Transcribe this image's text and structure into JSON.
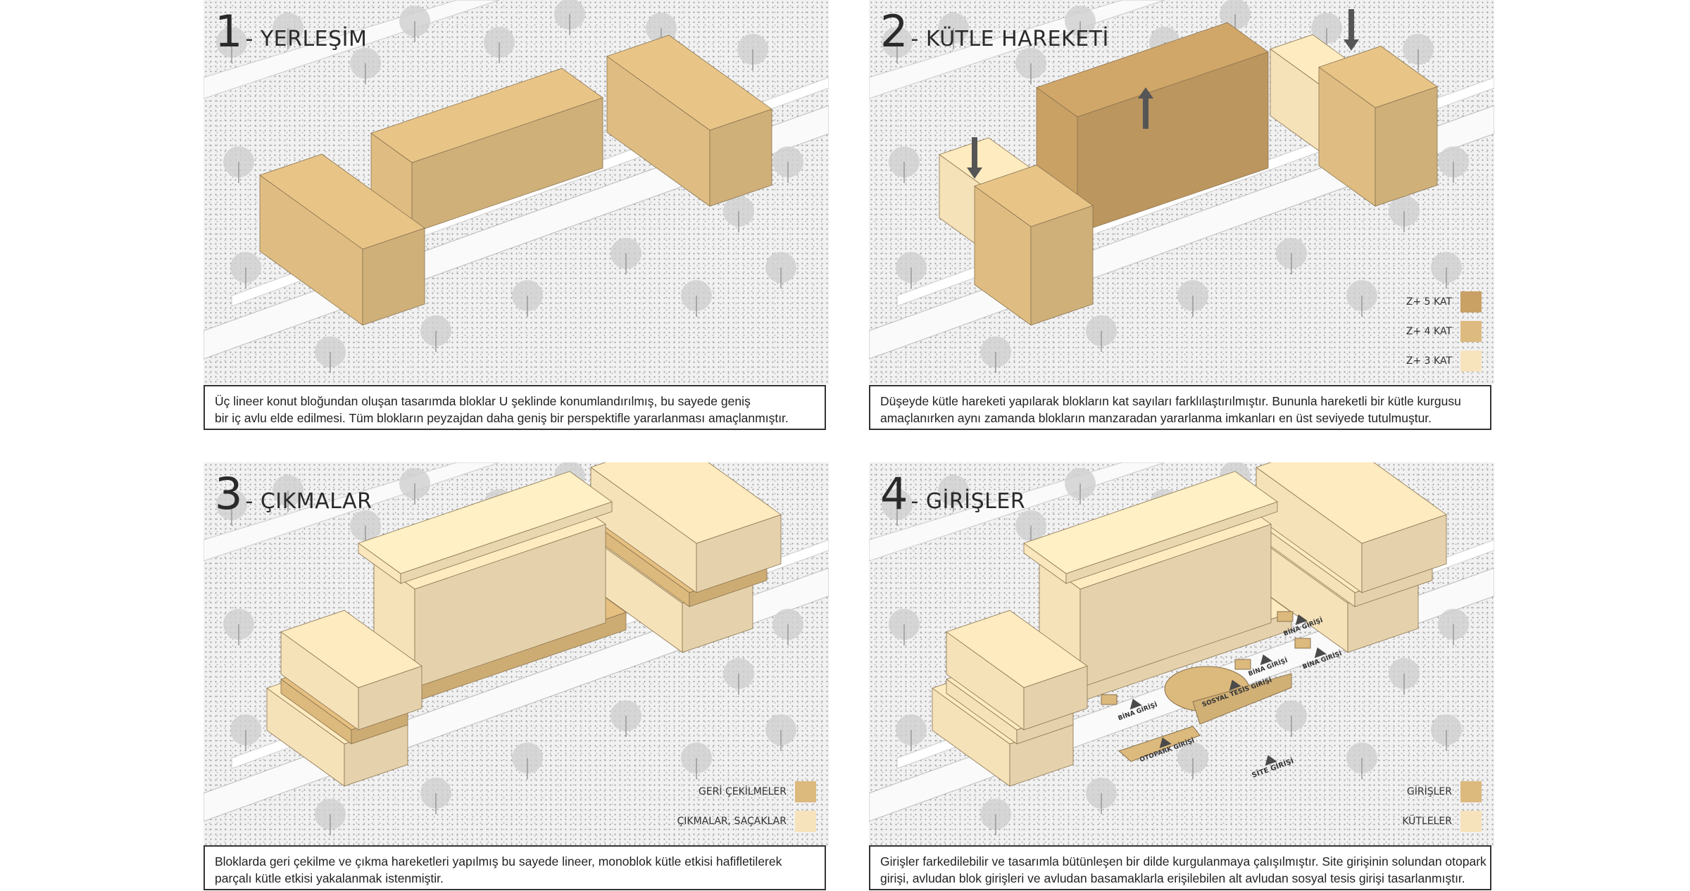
{
  "colors": {
    "block": "#dfbd82",
    "block_dark": "#c9a165",
    "block_light": "#f6e2b9",
    "arrow": "#555555",
    "path": "#fafafa"
  },
  "panels": [
    {
      "number": "1",
      "title": "- YERLEŞİM",
      "caption_lines": [
        "Üç lineer konut bloğundan oluşan tasarımda bloklar U şeklinde konumlandırılmış, bu sayede geniş",
        "bir iç avlu elde edilmesi. Tüm blokların peyzajdan daha geniş bir perspektifle yararlanması amaçlanmıştır."
      ]
    },
    {
      "number": "2",
      "title": "- KÜTLE HAREKETİ",
      "caption_lines": [
        "Düşeyde kütle hareketi yapılarak blokların kat sayıları farklılaştırılmıştır. Bununla hareketli bir kütle kurgusu",
        "amaçlanırken aynı zamanda blokların manzaradan yararlanma imkanları en üst seviyede tutulmuştur."
      ],
      "legend": [
        {
          "label": "Z+ 5 KAT",
          "color": "#c9a165"
        },
        {
          "label": "Z+ 4 KAT",
          "color": "#ddbb80"
        },
        {
          "label": "Z+ 3 KAT",
          "color": "#f7e4bd"
        }
      ]
    },
    {
      "number": "3",
      "title": "- ÇIKMALAR",
      "caption_lines": [
        "Bloklarda geri çekilme ve çıkma hareketleri yapılmış bu sayede lineer, monoblok kütle etkisi hafifletilerek",
        "parçalı kütle etkisi yakalanmak istenmiştir."
      ],
      "legend": [
        {
          "label": "GERİ ÇEKİLMELER",
          "color": "#dcb97c"
        },
        {
          "label": "ÇIKMALAR, SAÇAKLAR",
          "color": "#f7e3bb"
        }
      ]
    },
    {
      "number": "4",
      "title": "- GİRİŞLER",
      "caption_lines": [
        "Girişler farkedilebilir ve tasarımla bütünleşen bir dilde kurgulanmaya çalışılmıştır. Site girişinin solundan otopark",
        "girişi, avludan blok girişleri ve  avludan basamaklarla erişilebilen alt avludan sosyal tesis girişi tasarlanmıştır."
      ],
      "legend": [
        {
          "label": "GİRİŞLER",
          "color": "#dcb97c"
        },
        {
          "label": "KÜTLELER",
          "color": "#f7e3bb"
        }
      ],
      "entrances": {
        "bina": "BİNA GİRİŞİ",
        "sosyal": "SOSYAL TESİS GİRİŞİ",
        "otopark": "OTOPARK GİRİŞİ",
        "site": "SİTE GİRİŞİ"
      }
    }
  ]
}
